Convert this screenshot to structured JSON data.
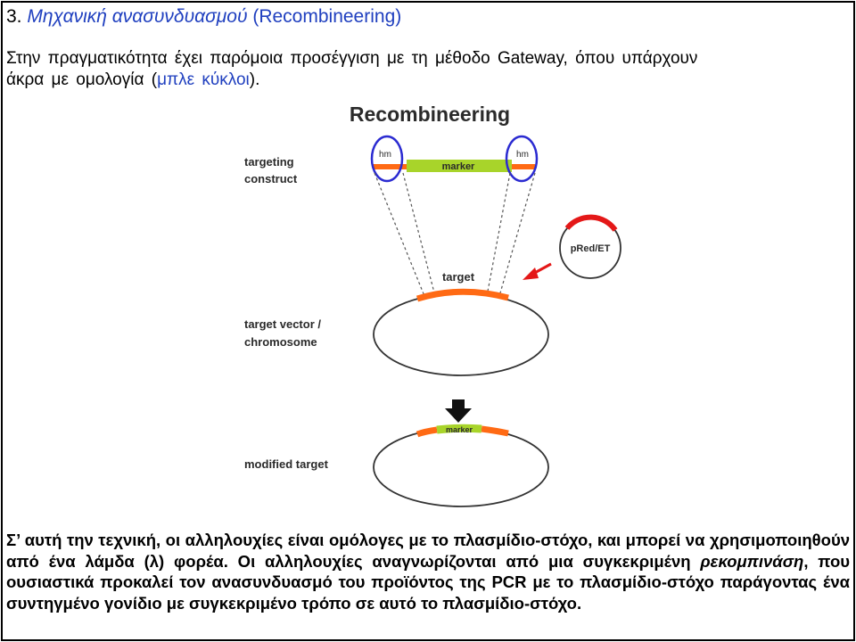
{
  "heading": {
    "number": "3.",
    "title_greek": "Μηχανική ανασυνδυασμού",
    "title_english": "(Recombineering)"
  },
  "intro": {
    "line1": "Στην πραγματικότητα έχει παρόμοια προσέγγιση με τη μέθοδο Gateway, όπου υπάρχουν",
    "line2_start": "άκρα με ομολογία (",
    "line2_blue": "μπλε κύκλοι",
    "line2_end": ")."
  },
  "figure": {
    "title": "Recombineering",
    "targeting_construct": [
      "targeting",
      "construct"
    ],
    "hm_left": "hm",
    "hm_right": "hm",
    "marker_top": "marker",
    "plasmid_label": "pRed/ET",
    "target_label": "target",
    "target_vector": [
      "target vector /",
      "chromosome"
    ],
    "marker_bottom": "marker",
    "modified_target": "modified target",
    "colors": {
      "homology": "#ff6a14",
      "marker": "#a8d42a",
      "circle": "#2b2bd1",
      "arrow": "#e41818",
      "plasmid_arc": "#e41818",
      "text": "#2a2a2a"
    }
  },
  "paragraph": {
    "part1": "Σ’ αυτή την τεχνική, οι αλληλουχίες είναι ομόλογες με το πλασμίδιο-στόχο, και μπορεί να χρησιμοποιηθούν από ένα λάμδα (λ) φορέα. Οι αλληλουχίες αναγνωρίζονται από μια συγκεκριμένη ",
    "italic": "ρεκομπινάση",
    "part2": ", που ουσιαστικά προκαλεί τον ανασυνδυασμό του προϊόντος της PCR με το πλασμίδιο-στόχο παράγοντας ένα συντηγμένο γονίδιο με συγκεκριμένο τρόπο σε αυτό το πλασμίδιο-στόχο."
  }
}
